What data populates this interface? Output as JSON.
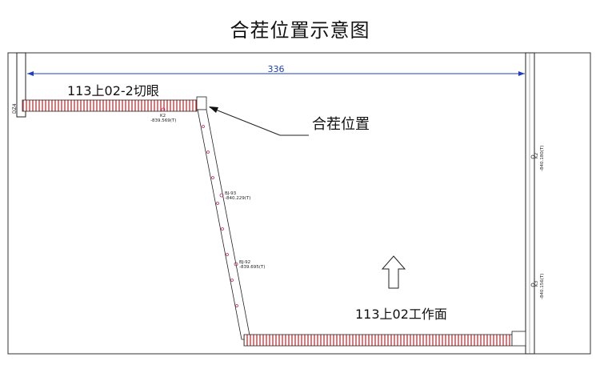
{
  "title": "合茬位置示意图",
  "dimension": "336",
  "side_label": "DZ4",
  "labels": {
    "upper_roadway": "113上02-2切眼",
    "junction": "合茬位置",
    "workface": "113上02工作面"
  },
  "survey_points": [
    {
      "id": "K2",
      "elev": "-839.569(T)"
    },
    {
      "id": "BJ-93",
      "elev": "-840.229(T)"
    },
    {
      "id": "BJ-92",
      "elev": "-839.695(T)"
    }
  ],
  "right_points": [
    {
      "id": "K2",
      "elev": "-840.180(T)"
    },
    {
      "id": "K3",
      "elev": "-840.156(T)"
    }
  ],
  "colors": {
    "hatch": "#c81e1e",
    "line": "#1a1a1a",
    "dim": "#1f3fbf",
    "pink": "#b0306a"
  }
}
